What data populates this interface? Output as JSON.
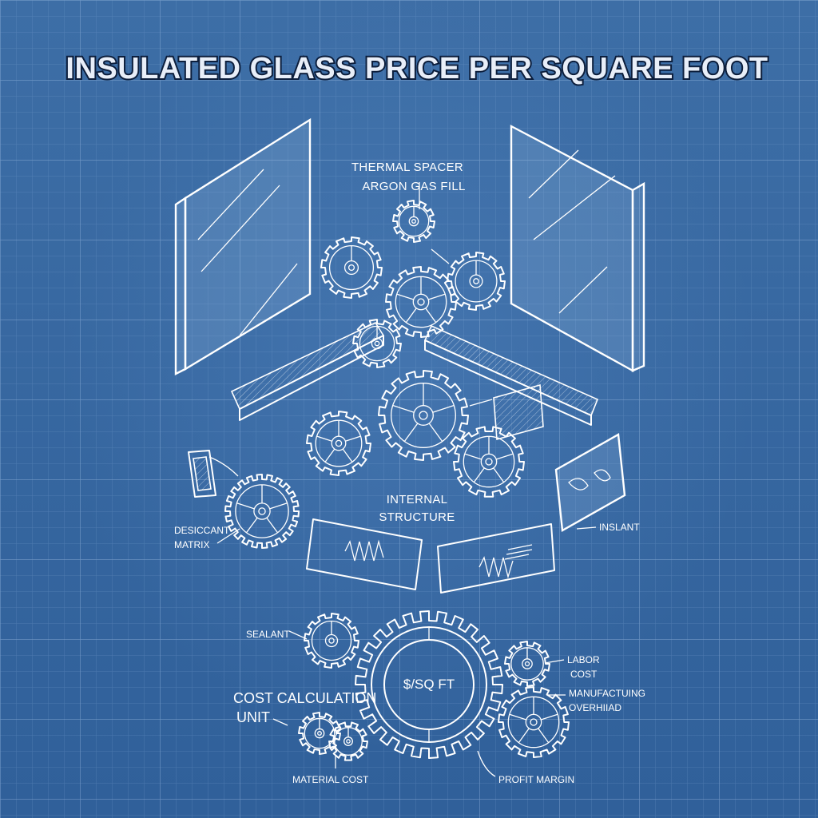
{
  "title": "INSULATED GLASS PRICE PER SQUARE FOOT",
  "labels": {
    "thermal_spacer": "THERMAL SPACER",
    "argon_gas_fill": "ARGON GAS FILL",
    "internal_structure_1": "INTERNAL",
    "internal_structure_2": "STRUCTURE",
    "desiccant_1": "DESICCANT",
    "desiccant_2": "MATRIX",
    "insulant": "INSLANT",
    "sealant": "SEALANT",
    "price_unit": "$/SQ FT",
    "labor_1": "LABOR",
    "labor_2": "COST",
    "manufacturing_1": "MANUFACTUING",
    "manufacturing_2": "OVERHIIAD",
    "cost_calc_1": "COST CALCULATION",
    "cost_calc_2": "UNIT",
    "material_cost": "MATERIAL COST",
    "profit_margin": "PROFIT MARGIN"
  },
  "colors": {
    "background": "#3a6aa0",
    "line": "#ffffff",
    "grid": "#8fb2dc",
    "title_outline": "#0c1e3c"
  }
}
